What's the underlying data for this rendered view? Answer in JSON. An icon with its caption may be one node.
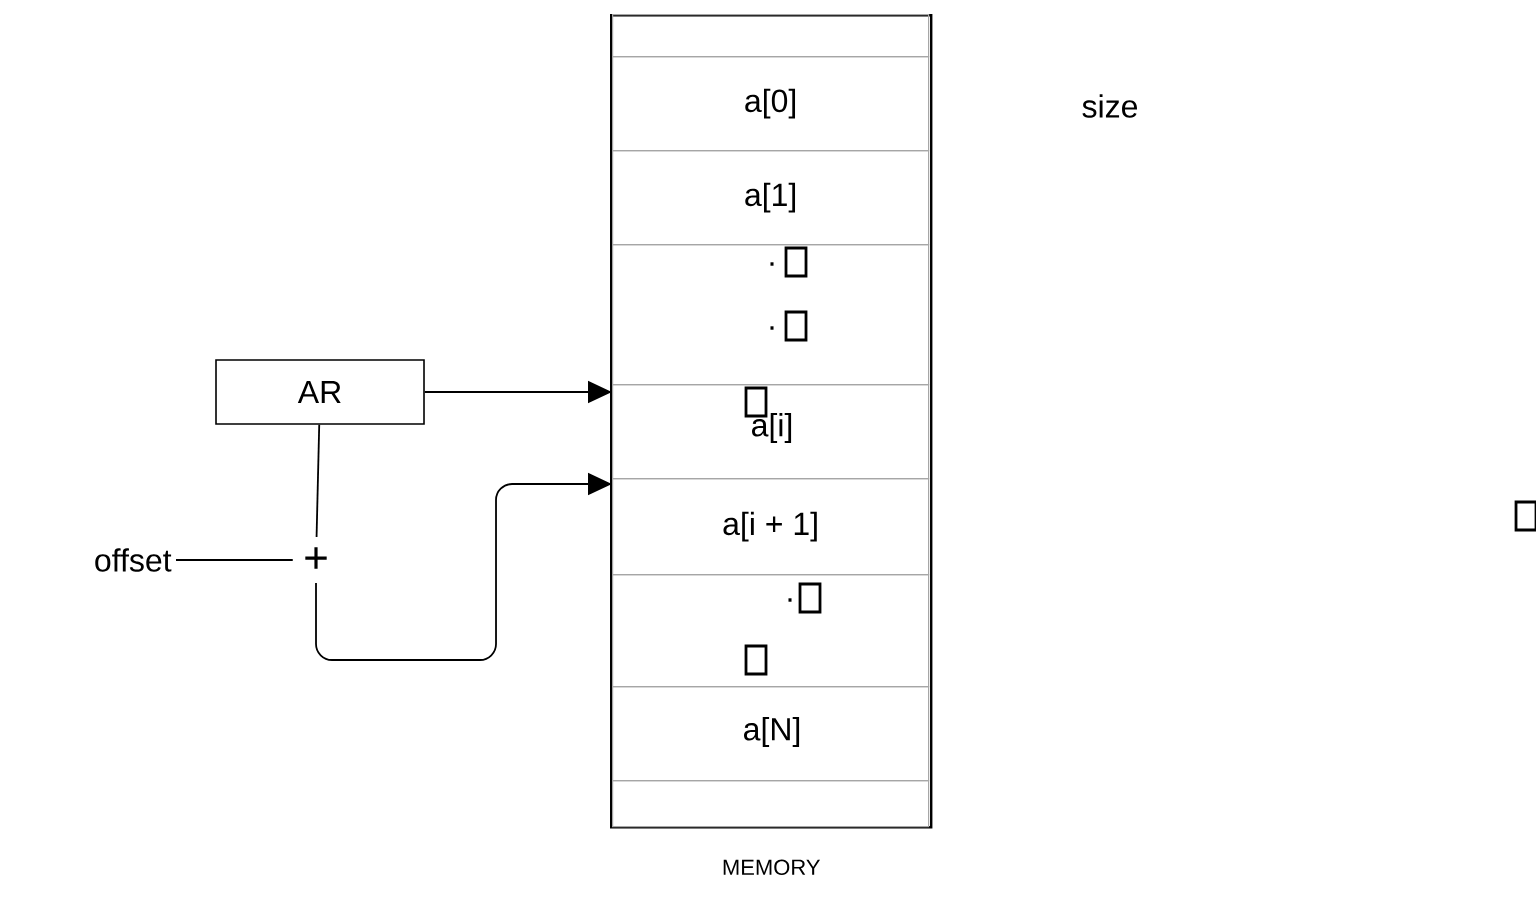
{
  "diagram": {
    "nodes": [
      {
        "text": [
          "MEMORY"
        ]
      },
      {
        "text": [],
        "shape": "box",
        "in": 0
      },
      {
        "text": [
          "a[0]"
        ],
        "in": 0
      },
      {
        "text": [
          "a[1]"
        ],
        "in": 0
      },
      {
        "text": [
          ".",
          "."
        ],
        "in": 0
      },
      {
        "text": [
          "a[i]"
        ],
        "in": 0
      },
      {
        "text": [
          "a[i + 1]"
        ],
        "in": 0
      },
      {
        "text": [
          "."
        ],
        "in": 0
      },
      {
        "text": [
          "a[N]"
        ],
        "in": 0
      },
      {
        "text": [],
        "shape": "box",
        "in": 0
      },
      {
        "text": [
          "AR"
        ]
      },
      {
        "text": [
          "offset"
        ]
      },
      {
        "text": [
          "+"
        ]
      }
    ],
    "edges": [
      {
        "from": 10,
        "to": 5,
        "arrow": "to"
      },
      {
        "from": 10,
        "to": 12,
        "arrow": "none"
      },
      {
        "from": 11,
        "to": 12,
        "arrow": "none"
      },
      {
        "from": 12,
        "to": 6,
        "arrow": "to"
      }
    ],
    "labels": [
      "size"
    ]
  }
}
